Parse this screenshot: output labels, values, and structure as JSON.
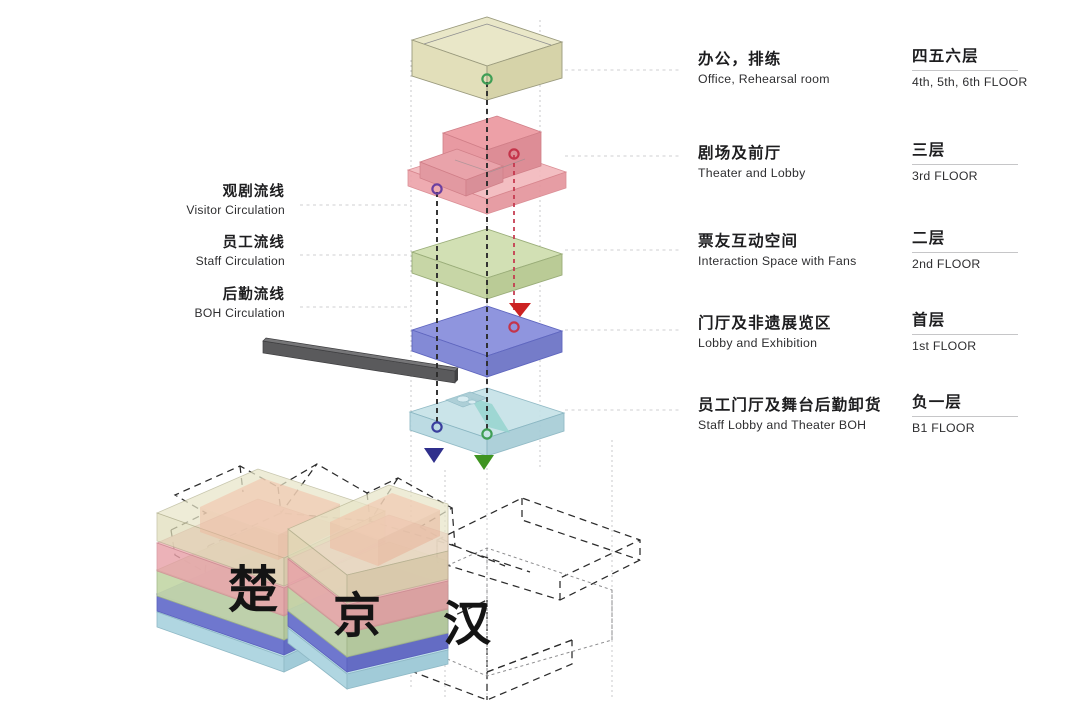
{
  "diagram": {
    "title": "Exploded axonometric program diagram",
    "background": "#ffffff"
  },
  "programs": [
    {
      "cn": "办公，排练",
      "en": "Office, Rehearsal room"
    },
    {
      "cn": "剧场及前厅",
      "en": "Theater and Lobby"
    },
    {
      "cn": "票友互动空间",
      "en": "Interaction Space with Fans"
    },
    {
      "cn": "门厅及非遗展览区",
      "en": "Lobby and Exhibition"
    },
    {
      "cn": "员工门厅及舞台后勤卸货",
      "en": "Staff Lobby and Theater BOH"
    }
  ],
  "floors": [
    {
      "cn": "四五六层",
      "en": "4th, 5th, 6th FLOOR"
    },
    {
      "cn": "三层",
      "en": "3rd FLOOR"
    },
    {
      "cn": "二层",
      "en": "2nd FLOOR"
    },
    {
      "cn": "首层",
      "en": "1st FLOOR"
    },
    {
      "cn": "负一层",
      "en": "B1 FLOOR"
    }
  ],
  "circulations": [
    {
      "cn": "观剧流线",
      "en": "Visitor Circulation",
      "color": "#c33a4a"
    },
    {
      "cn": "员工流线",
      "en": "Staff Circulation",
      "color": "#3f8f4e"
    },
    {
      "cn": "后勤流线",
      "en": "BOH Circulation",
      "color": "#3a3f9e"
    }
  ],
  "site_characters": [
    {
      "glyph": "楚"
    },
    {
      "glyph": "京"
    },
    {
      "glyph": "汉"
    }
  ],
  "volume_colors": {
    "office": "#e6e4c2",
    "office_side": "#d9d7b2",
    "theater": "#efa9ae",
    "theater_light": "#f4c3c6",
    "interaction": "#cbdcae",
    "interaction_side": "#bacd9b",
    "lobby": "#8a90dc",
    "lobby_side": "#767dd0",
    "boh": "#bfdfe6",
    "boh_side": "#a9d2dc",
    "ramp": "#58585a",
    "guide": "#c9c9cb",
    "leader": "#cfcfd1"
  },
  "markers": {
    "visitor_pin": "#c4344a",
    "staff_pin": "#3f9e55",
    "boh_pin": "#3a3f9e",
    "violet_pin": "#7b3fa0",
    "down_arrow": "#cc2222",
    "up_arrow_boh": "#2f2f8c",
    "up_arrow_staff": "#3f9421"
  }
}
